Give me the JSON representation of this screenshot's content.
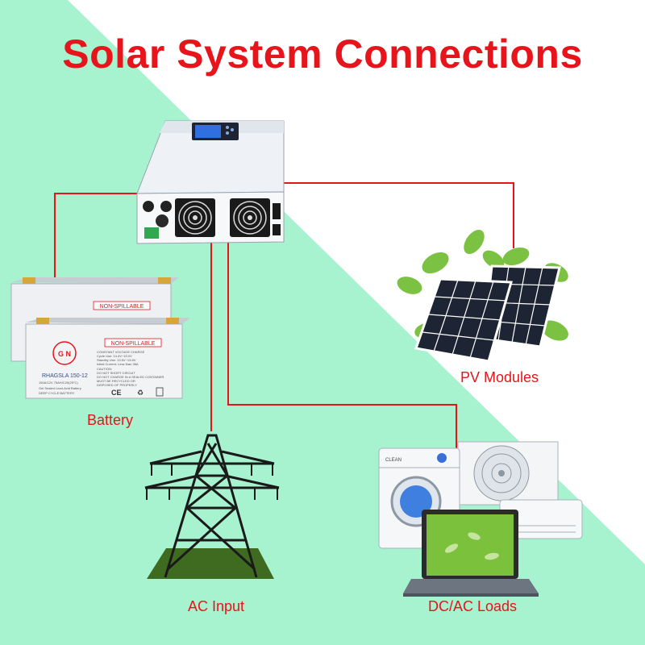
{
  "title": "Solar System Connections",
  "labels": {
    "battery": "Battery",
    "pv": "PV Modules",
    "ac_input": "AC Input",
    "loads": "DC/AC Loads"
  },
  "battery_text": {
    "header": "NON-SPILLABLE",
    "model": "RHAGSLA 150-12",
    "brand": "G N",
    "charge_title": "CONSTANT VOLTAGE CHARGE",
    "cycle": "Cycle Use:    14.4V~15.0V",
    "standby": "Standby Use:  13.5V~13.8V",
    "initial": "Initial Current: Less than 36A",
    "caution": "CAUTION:",
    "caution1": "DO NOT SHORT CIRCUIT",
    "caution2": "DO NOT CHARGE IN A SEALED CONTAINER",
    "caution3": "MUST BE RECYCLED OR",
    "caution4": "DISPOSED OF PROPERLY",
    "rating": "150A/12V 75AH/C20(25°C)",
    "type": "Gel Sealed Lead-Acid Battery",
    "usage": "DEEP CYCLE BATTERY",
    "ce": "CE"
  },
  "washer_brand": "CLEAN",
  "colors": {
    "accent": "#e8141b",
    "mint": "#a7f2cf",
    "wire": "#e8141b"
  }
}
